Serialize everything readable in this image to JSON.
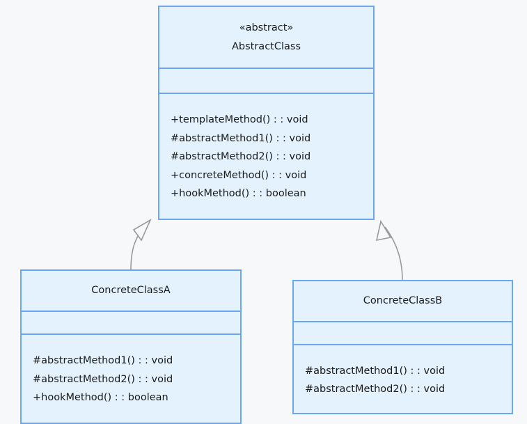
{
  "diagram": {
    "type": "uml-class-diagram",
    "pattern": "Template Method",
    "background_color": "#f7f8fa",
    "class_fill_color": "#e3f2fd",
    "class_border_color": "#6ca6f0",
    "connector_color": "#9a9a9a",
    "classes": [
      {
        "id": "abstract-class",
        "stereotype": "«abstract»",
        "name": "AbstractClass",
        "attributes": [],
        "methods": [
          "+templateMethod() : : void",
          "#abstractMethod1() : : void",
          "#abstractMethod2() : : void",
          "+concreteMethod() : : void",
          "+hookMethod() : : boolean"
        ]
      },
      {
        "id": "concrete-class-a",
        "stereotype": "",
        "name": "ConcreteClassA",
        "attributes": [],
        "methods": [
          "#abstractMethod1() : : void",
          "#abstractMethod2() : : void",
          "+hookMethod() : : boolean"
        ]
      },
      {
        "id": "concrete-class-b",
        "stereotype": "",
        "name": "ConcreteClassB",
        "attributes": [],
        "methods": [
          "#abstractMethod1() : : void",
          "#abstractMethod2() : : void"
        ]
      }
    ],
    "relationships": [
      {
        "id": "generalization-a",
        "kind": "generalization",
        "from": "ConcreteClassA",
        "to": "AbstractClass",
        "label": ""
      },
      {
        "id": "generalization-b",
        "kind": "generalization",
        "from": "ConcreteClassB",
        "to": "AbstractClass",
        "label": ""
      }
    ]
  }
}
